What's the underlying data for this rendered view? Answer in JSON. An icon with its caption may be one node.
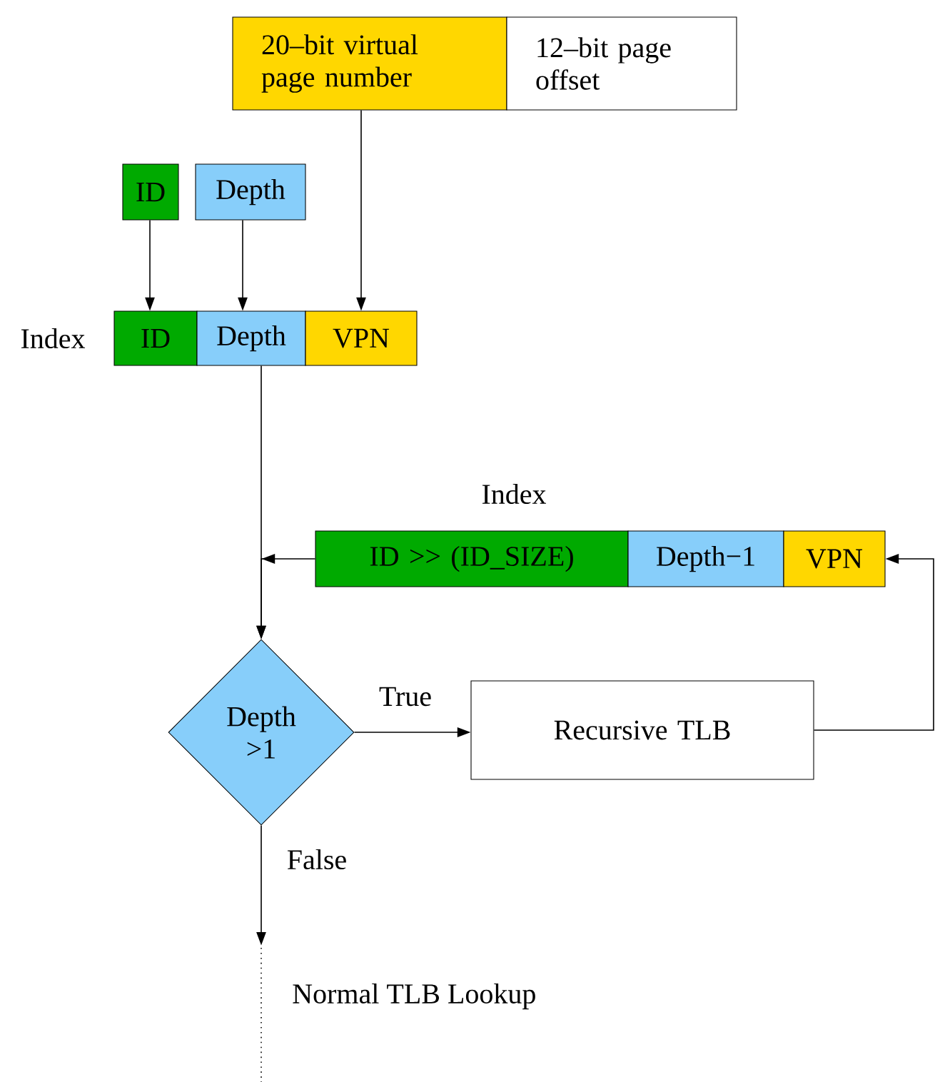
{
  "diagram": {
    "nodes": [
      {
        "text": [
          "20–bit virtual page number"
        ]
      },
      {
        "text": [
          "12–bit page offset"
        ]
      },
      {
        "text": [
          "ID"
        ]
      },
      {
        "text": [
          "Depth"
        ]
      },
      {
        "text": [
          "ID"
        ]
      },
      {
        "text": [
          "Depth"
        ]
      },
      {
        "text": [
          "VPN"
        ]
      },
      {
        "text": [
          "ID >> (ID_SIZE)"
        ]
      },
      {
        "text": [
          "Depth−1"
        ]
      },
      {
        "text": [
          "VPN"
        ]
      },
      {
        "text": [
          "Depth >1"
        ]
      },
      {
        "text": [
          "Recursive TLB"
        ]
      }
    ],
    "edges": [
      {
        "from": 2,
        "to": 4,
        "arrow": "to"
      },
      {
        "from": 3,
        "to": 5,
        "arrow": "to"
      },
      {
        "from": 0,
        "to": 6,
        "arrow": "to"
      },
      {
        "from": 5,
        "to": 10,
        "arrow": "to"
      },
      {
        "from": 7,
        "to": 10,
        "arrow": "to"
      },
      {
        "from": 10,
        "to": 11,
        "label": "True",
        "arrow": "to"
      },
      {
        "from": 11,
        "to": 9,
        "arrow": "to"
      },
      {
        "from": 10,
        "to": null,
        "label": "False",
        "arrow": "to"
      }
    ],
    "labels": [
      "Index",
      "Index",
      "Normal TLB Lookup"
    ]
  }
}
